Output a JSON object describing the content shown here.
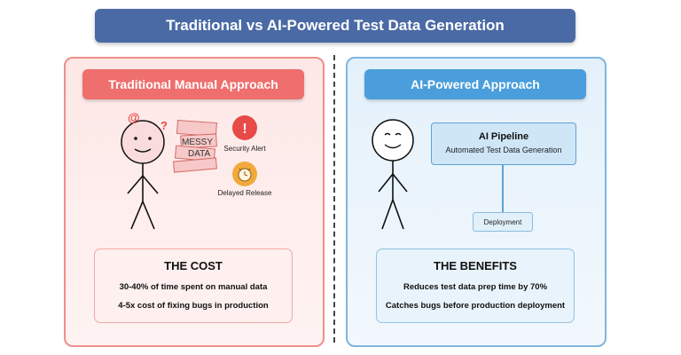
{
  "title": "Traditional vs AI-Powered Test Data Generation",
  "left": {
    "header": "Traditional Manual Approach",
    "messy_line1": "MESSY",
    "messy_line2": "DATA",
    "security_alert": "Security Alert",
    "delayed_release": "Delayed Release",
    "at_symbol": "@",
    "question_mark": "?",
    "alert_mark": "!",
    "cost": {
      "title": "THE COST",
      "line1": "30-40% of time spent on manual data",
      "line2": "4-5x cost of fixing bugs in production"
    }
  },
  "right": {
    "header": "AI-Powered Approach",
    "pipeline_title": "AI Pipeline",
    "pipeline_subtitle": "Automated Test Data Generation",
    "deployment": "Deployment",
    "benefits": {
      "title": "THE BENEFITS",
      "line1": "Reduces test data prep time by 70%",
      "line2": "Catches bugs before production deployment"
    }
  },
  "colors": {
    "title_bg": "#4a6aa5",
    "left_accent": "#ee6f6d",
    "right_accent": "#4a9edb",
    "alert_red": "#e84a47",
    "clock_orange": "#f2a93b"
  }
}
